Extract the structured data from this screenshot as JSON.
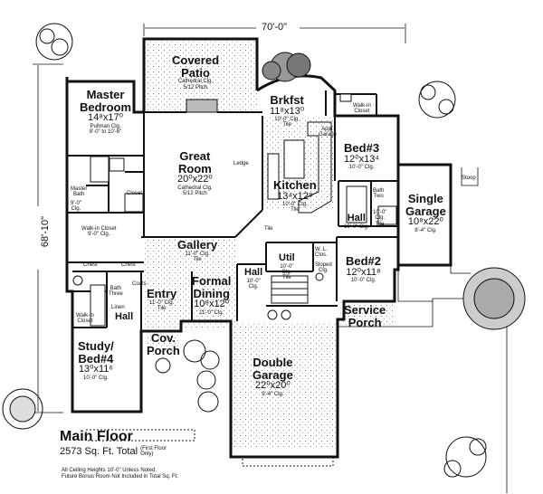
{
  "overall_width": "70'-0\"",
  "overall_depth": "68'-10\"",
  "rooms": {
    "covered_patio": {
      "name": "Covered\nPatio",
      "note": "Cathedral Clg.\n5/12 Pitch"
    },
    "brkfst": {
      "name": "Brkfst",
      "dims": "11⁸x13⁰",
      "note": "10'-0\" Clg.\nTile"
    },
    "master": {
      "name": "Master\nBedroom",
      "dims": "14⁸x17⁰",
      "note": "Pullman Clg.\n9'-0\" to 10'-6\""
    },
    "great": {
      "name": "Great\nRoom",
      "dims": "20⁰x22⁰",
      "note": "Cathedral Clg.\n5/12 Pitch"
    },
    "kitchen": {
      "name": "Kitchen",
      "dims": "13⁴x12⁸",
      "note": "10'-0\" Clg.\nTile"
    },
    "bed3": {
      "name": "Bed#3",
      "dims": "12⁰x13⁴",
      "note": "10'-0\" Clg."
    },
    "single_garage": {
      "name": "Single\nGarage",
      "dims": "10⁸x22⁰",
      "note": "8'-4\" Clg."
    },
    "gallery": {
      "name": "Gallery",
      "note": "11'-0\" Clg.\nTile"
    },
    "util": {
      "name": "Util",
      "note": "10'-0\"\nClg.\nTile"
    },
    "bed2": {
      "name": "Bed#2",
      "dims": "12⁰x11⁸",
      "note": "10'-0\" Clg."
    },
    "entry": {
      "name": "Entry",
      "note": "11'-0\" Clg.\nTile"
    },
    "formal_dining": {
      "name": "Formal\nDining",
      "dims": "10⁸x12⁰",
      "note": "11'-0\" Clg."
    },
    "service_porch": {
      "name": "Service\nPorch"
    },
    "study": {
      "name": "Study/\nBed#4",
      "dims": "13⁰x11⁶",
      "note": "10'-0\" Clg."
    },
    "cov_porch": {
      "name": "Cov.\nPorch"
    },
    "double_garage": {
      "name": "Double\nGarage",
      "dims": "22⁰x20⁰",
      "note": "9'-4\" Clg."
    },
    "hall_right": {
      "name": "Hall",
      "note": "10'-0\" Clg."
    },
    "hall_left": {
      "name": "Hall"
    },
    "hall_small": {
      "name": "Hall",
      "note": "10'-0\"\nClg."
    }
  },
  "small_labels": {
    "master_bath": "Master\nBath",
    "bath_clg": "9'-0\"\nClg.",
    "closet": "Closet",
    "walkin_closet": "Walk-in Closet\n9'-0\" Clg.",
    "chest1": "Chest",
    "chest2": "Chest",
    "bath_three": "Bath\nThree",
    "linen": "Linen",
    "coats": "Coats",
    "walkin_small": "Walk-in\nCloset",
    "ledge": "Ledge",
    "appl_garage": "Appl.\nGarage",
    "bath_two": "Bath\nTwo",
    "bath_two_clg": "10'-0\"\nClg.\nTile",
    "walkin_bed3": "Walk-in\nCloset",
    "stoop": "Stoop",
    "wl_clos": "W. L.\nClos.",
    "sloped_clg": "Sloped\nClg.",
    "tile": "Tile"
  },
  "title": {
    "main": "Main Floor",
    "sqft": "2573 Sq. Ft. Total",
    "sqft_note": "(First Floor\nOnly)"
  },
  "notes": [
    "All Ceiling Heights 10'-0\" Unless Noted.",
    "Future Bonus Room Not Included in Total Sq. Ft."
  ]
}
